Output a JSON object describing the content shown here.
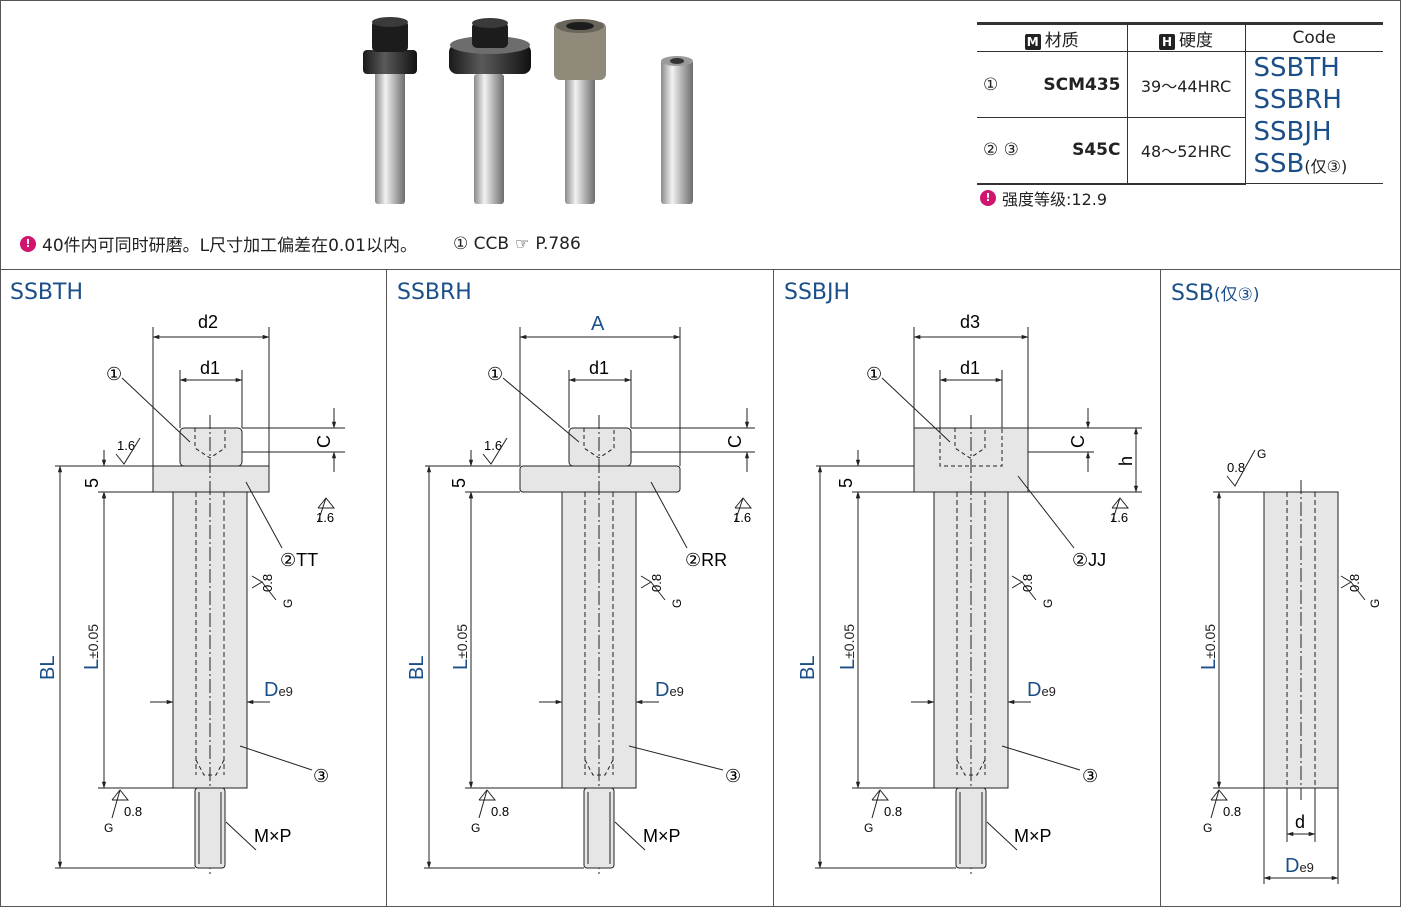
{
  "note": {
    "text": "40件内可同时研磨。L尺寸加工偏差在0.01以内。",
    "ref_label": "① CCB",
    "ref_page": "P.786"
  },
  "table": {
    "headers": [
      "材质",
      "硬度",
      "Code"
    ],
    "header_marks": [
      "M",
      "H"
    ],
    "rows": [
      {
        "num": "①",
        "material": "SCM435",
        "hardness": "39～44HRC"
      },
      {
        "num": "② ③",
        "material": "S45C",
        "hardness": "48～52HRC"
      }
    ],
    "codes": [
      "SSBTH",
      "SSBRH",
      "SSBJH",
      "SSB"
    ],
    "code_suffix": "(仅③)"
  },
  "strength": "强度等级:12.9",
  "panels": [
    {
      "title": "SSBTH",
      "head_label": "d2",
      "part2": "②TT",
      "circle1": "①",
      "circle3": "③"
    },
    {
      "title": "SSBRH",
      "head_label": "A",
      "part2": "②RR",
      "circle1": "①",
      "circle3": "③"
    },
    {
      "title": "SSBJH",
      "head_label": "d3",
      "part2": "②JJ",
      "circle1": "①",
      "circle3": "③"
    },
    {
      "title": "SSB",
      "title_suffix": "(仅③)"
    }
  ],
  "dims": {
    "d1": "d1",
    "C": "C",
    "h": "h",
    "five": "5",
    "BL": "BL",
    "L": "L",
    "L_tol": "±0.05",
    "De9": "D",
    "e9": "e9",
    "MxP": "M×P",
    "d": "d",
    "rough16": "1.6",
    "rough08": "0.8",
    "G": "G"
  },
  "colors": {
    "accent_blue": "#1b4f8a",
    "part_fill": "#e6e6e6",
    "warn": "#d0156f"
  }
}
